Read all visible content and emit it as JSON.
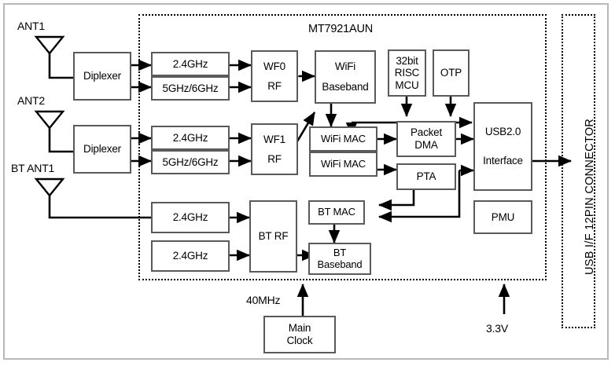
{
  "diagram": {
    "title": "MT7921AUN",
    "chip_label": "MT7921AUN",
    "connector_label": "USB I/F 12PIN CONNECTOR",
    "antennas": [
      {
        "id": "ant1",
        "label": "ANT1"
      },
      {
        "id": "ant2",
        "label": "ANT2"
      },
      {
        "id": "bt_ant1",
        "label": "BT ANT1"
      }
    ],
    "blocks": {
      "diplexer1": "Diplexer",
      "diplexer2": "Diplexer",
      "filt_24_a": "2.4GHz",
      "filt_56_a": "5GHz/6GHz",
      "filt_24_b": "2.4GHz",
      "filt_56_b": "5GHz/6GHz",
      "wf0_rf_line1": "WF0",
      "wf0_rf_line2": "RF",
      "wf1_rf_line1": "WF1",
      "wf1_rf_line2": "RF",
      "wifi_baseband_line1": "WiFi",
      "wifi_baseband_line2": "Baseband",
      "mcu_line1": "32bit",
      "mcu_line2": "RISC",
      "mcu_line3": "MCU",
      "otp": "OTP",
      "wifi_mac_1": "WiFi MAC",
      "wifi_mac_2": "WiFi MAC",
      "packet_dma_line1": "Packet",
      "packet_dma_line2": "DMA",
      "pta": "PTA",
      "usb_line1": "USB2.0",
      "usb_line2": "Interface",
      "pmu": "PMU",
      "bt_filt_24_a": "2.4GHz",
      "bt_filt_24_b": "2.4GHz",
      "bt_rf": "BT RF",
      "bt_mac": "BT MAC",
      "bt_baseband_line1": "BT",
      "bt_baseband_line2": "Baseband",
      "main_clock_line1": "Main",
      "main_clock_line2": "Clock"
    },
    "annotations": {
      "clock_freq": "40MHz",
      "supply_voltage": "3.3V"
    },
    "colors": {
      "stroke": "#000000",
      "box_border": "#5a5a5a",
      "frame_border": "#b8b8b8",
      "background": "#ffffff"
    }
  }
}
